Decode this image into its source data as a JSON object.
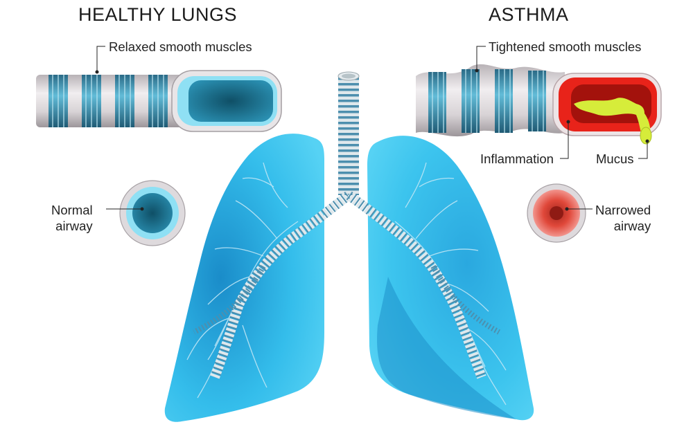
{
  "titles": {
    "healthy": "HEALTHY LUNGS",
    "asthma": "ASTHMA"
  },
  "labels": {
    "relaxed": "Relaxed smooth muscles",
    "normal_line1": "Normal",
    "normal_line2": "airway",
    "tightened": "Tightened smooth muscles",
    "inflammation": "Inflammation",
    "mucus": "Mucus",
    "narrowed_line1": "Narrowed",
    "narrowed_line2": "airway"
  },
  "colors": {
    "healthy_border": "#37a4cf",
    "healthy_bg": "#d9f6fc",
    "asthma_border": "#e23c32",
    "asthma_bg": "#fcefed",
    "lung": "#39c6ef",
    "inflammation": "#e8231a",
    "mucus": "#d6ec3a"
  }
}
